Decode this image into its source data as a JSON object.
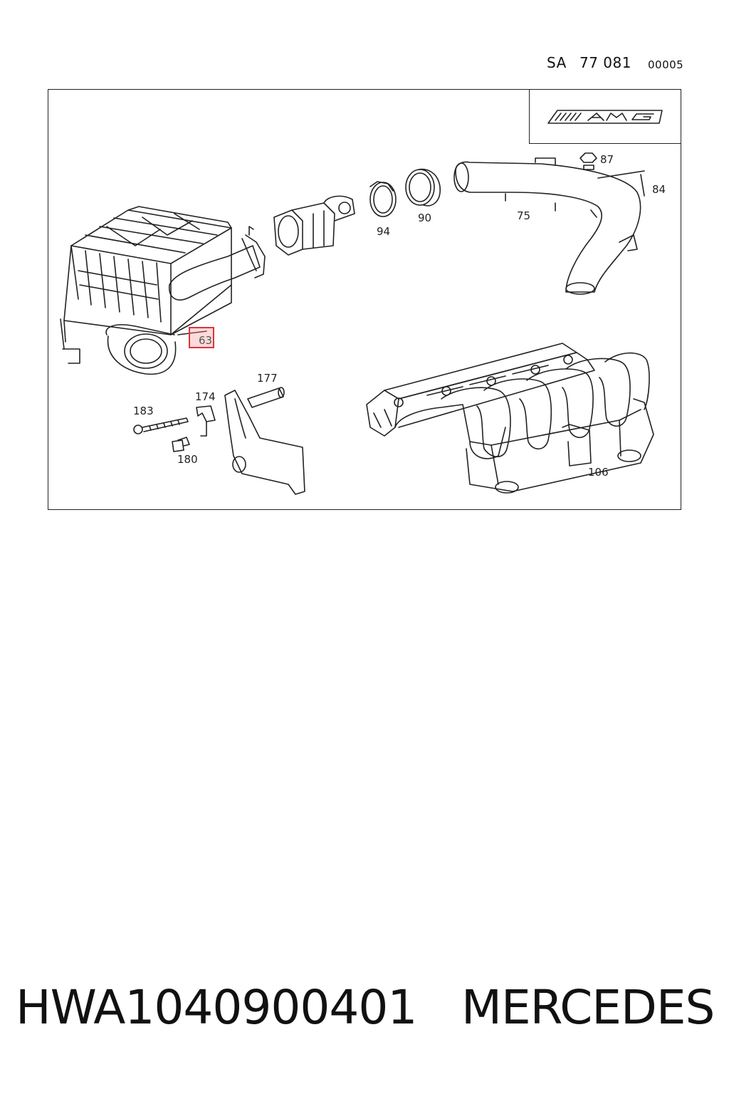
{
  "header": {
    "sa": "SA",
    "sa_number": "77 081",
    "code": "00005"
  },
  "logo": {
    "text": "AMG",
    "icon": "amg-logo-icon"
  },
  "labels": {
    "p63": "63",
    "p75": "75",
    "p84": "84",
    "p87": "87",
    "p90": "90",
    "p94": "94",
    "p106": "106",
    "p174": "174",
    "p177": "177",
    "p180": "180",
    "p183": "183"
  },
  "highlight": {
    "part": "63",
    "color": "#d9363e"
  },
  "footer": {
    "part_number": "HWA1040900401",
    "brand": "MERCEDES"
  }
}
